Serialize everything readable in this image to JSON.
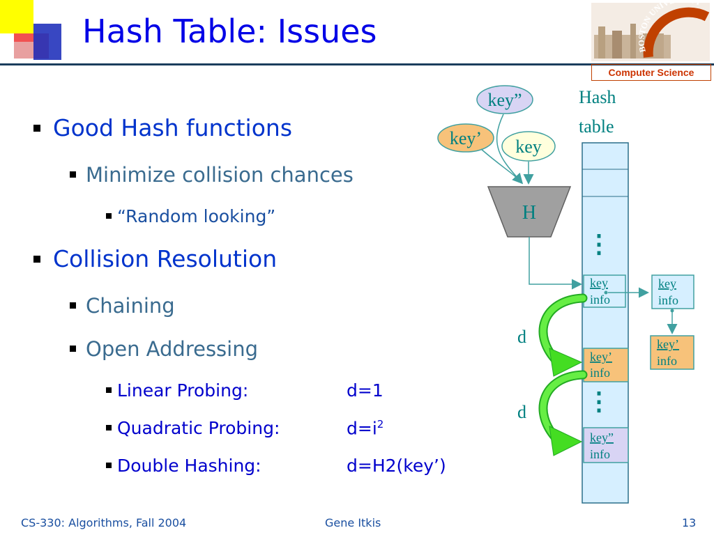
{
  "slide": {
    "title": "Hash Table: Issues",
    "logo_text": "BOSTON UNIVERSITY",
    "logo_sub": "Computer Science"
  },
  "bullets": {
    "good_hash": "Good Hash functions",
    "minimize": "Minimize collision chances",
    "random": "“Random looking”",
    "collision": "Collision Resolution",
    "chaining": "Chaining",
    "open_addr": "Open Addressing",
    "linear_label": "Linear Probing:",
    "linear_value": "d=1",
    "quad_label": "Quadratic Probing:",
    "quad_value_base": "d=i",
    "quad_value_sup": "2",
    "double_label": "Double Hashing:",
    "double_value": "d=H2(key’)"
  },
  "diagram": {
    "hash_table_label_1": "Hash",
    "hash_table_label_2": "table",
    "key_double": "key”",
    "key_single": "key’",
    "key_plain": "key",
    "hash_fn": "H",
    "ellipsis": "⋮",
    "cell_key": "key",
    "cell_info": "info",
    "cell_key_single": "key’",
    "cell_key_double": "key”",
    "chain_key": "key",
    "chain_info": "info",
    "chain_key_single": "key’",
    "chain_info_2": "info",
    "d_label": "d",
    "colors": {
      "teal_text": "#008080",
      "cell_fill": "#d6efff",
      "cell_stroke": "#40a0a0",
      "key_single_fill": "#f7c27a",
      "key_double_fill": "#d8d4f4",
      "key_plain_fill": "#ffffdd",
      "funnel_fill": "#a0a0a0",
      "arrow_green": "#33dd22"
    }
  },
  "footer": {
    "course": "CS-330: Algorithms,  Fall 2004",
    "author": "Gene Itkis",
    "page": "13"
  }
}
